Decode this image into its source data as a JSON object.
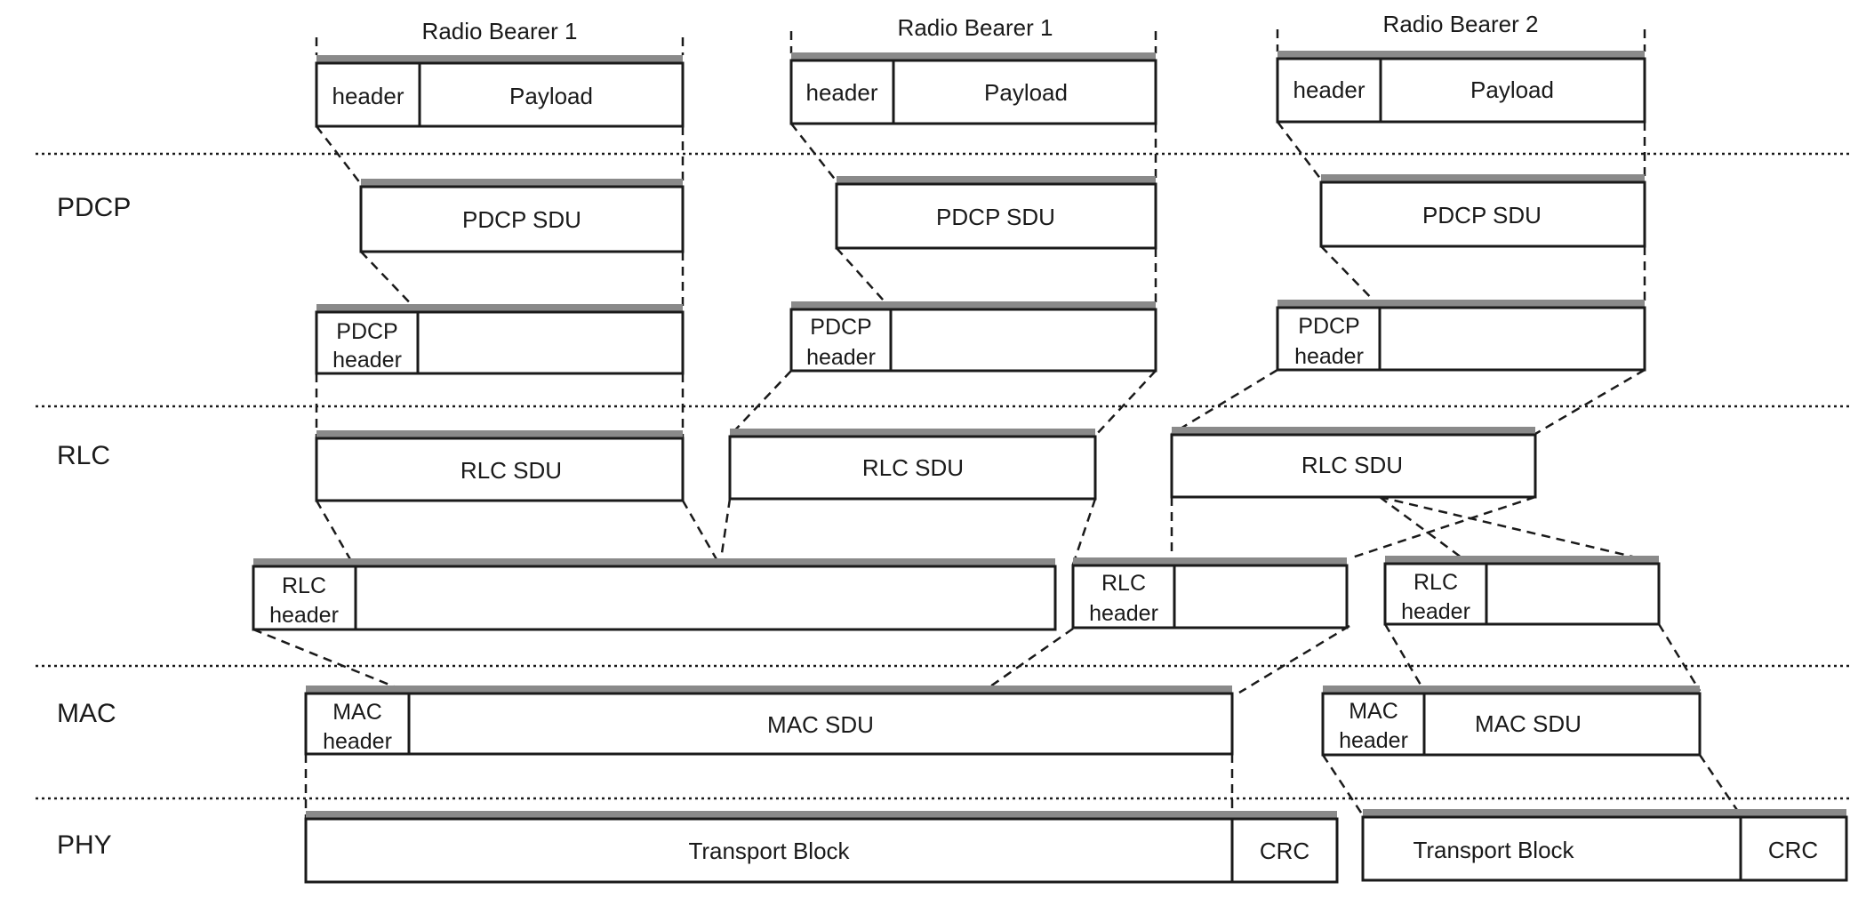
{
  "layers": [
    {
      "id": "pdcp",
      "label": "PDCP"
    },
    {
      "id": "rlc",
      "label": "RLC"
    },
    {
      "id": "mac",
      "label": "MAC"
    },
    {
      "id": "phy",
      "label": "PHY"
    }
  ],
  "bearers": [
    {
      "title": "Radio Bearer 1",
      "header": "header",
      "payload": "Payload",
      "pdcp_sdu": "PDCP SDU",
      "pdcp_header": [
        "PDCP",
        "header"
      ],
      "rlc_sdu": "RLC SDU"
    },
    {
      "title": "Radio Bearer 1",
      "header": "header",
      "payload": "Payload",
      "pdcp_sdu": "PDCP SDU",
      "pdcp_header": [
        "PDCP",
        "header"
      ],
      "rlc_sdu": "RLC SDU"
    },
    {
      "title": "Radio Bearer 2",
      "header": "header",
      "payload": "Payload",
      "pdcp_sdu": "PDCP SDU",
      "pdcp_header": [
        "PDCP",
        "header"
      ],
      "rlc_sdu": "RLC SDU"
    }
  ],
  "rlc_pdus": [
    {
      "header": [
        "RLC",
        "header"
      ]
    },
    {
      "header": [
        "RLC",
        "header"
      ]
    },
    {
      "header": [
        "RLC",
        "header"
      ]
    }
  ],
  "mac_pdus": [
    {
      "header": [
        "MAC",
        "header"
      ],
      "sdu": "MAC SDU"
    },
    {
      "header": [
        "MAC",
        "header"
      ],
      "sdu": "MAC SDU"
    }
  ],
  "phy_blocks": [
    {
      "block": "Transport Block",
      "crc": "CRC"
    },
    {
      "block": "Transport Block",
      "crc": "CRC"
    }
  ]
}
